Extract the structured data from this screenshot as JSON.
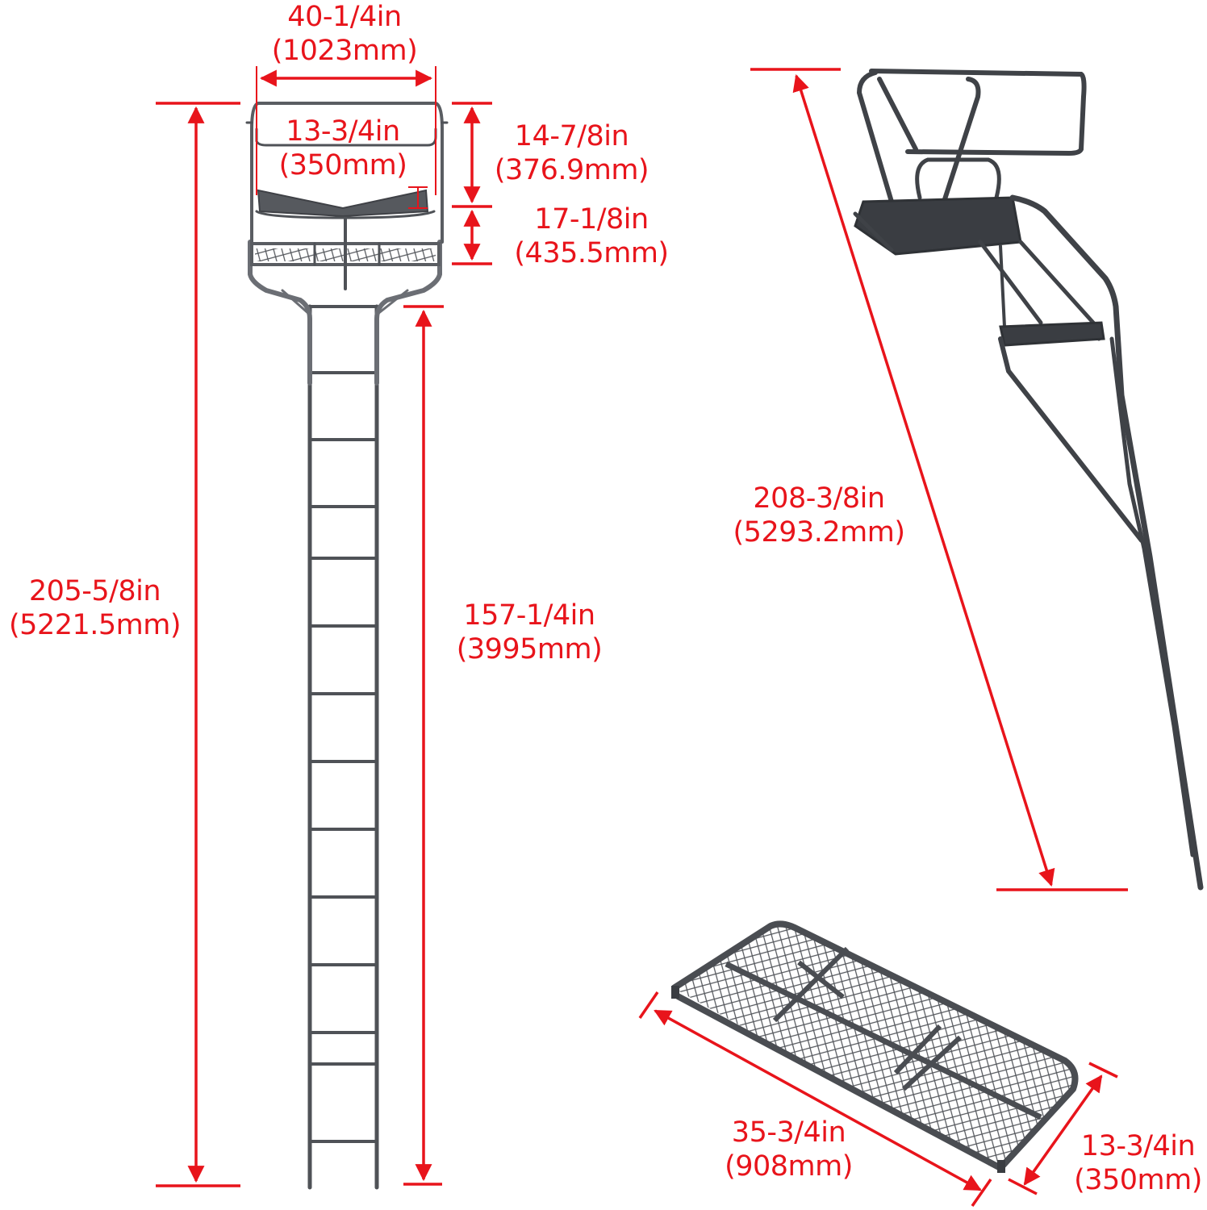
{
  "diagram": {
    "subject": "single-seat ladder stand dimensions",
    "colors": {
      "dimension": "#e8141b",
      "steel": "#4a4d52",
      "steel_light": "#6b6e74",
      "background": "#ffffff"
    },
    "front_view": {
      "overall_width": {
        "imperial": "40-1/4in",
        "metric": "(1023mm)"
      },
      "seat_depth": {
        "imperial": "13-3/4in",
        "metric": "(350mm)"
      },
      "backrest_height": {
        "imperial": "14-7/8in",
        "metric": "(376.9mm)"
      },
      "seat_to_platform": {
        "imperial": "17-1/8in",
        "metric": "(435.5mm)"
      },
      "overall_height": {
        "imperial": "205-5/8in",
        "metric": "(5221.5mm)"
      },
      "platform_height": {
        "imperial": "157-1/4in",
        "metric": "(3995mm)"
      }
    },
    "side_view": {
      "diagonal_length": {
        "imperial": "208-3/8in",
        "metric": "(5293.2mm)"
      }
    },
    "platform_detail": {
      "length": {
        "imperial": "35-3/4in",
        "metric": "(908mm)"
      },
      "width": {
        "imperial": "13-3/4in",
        "metric": "(350mm)"
      }
    }
  }
}
